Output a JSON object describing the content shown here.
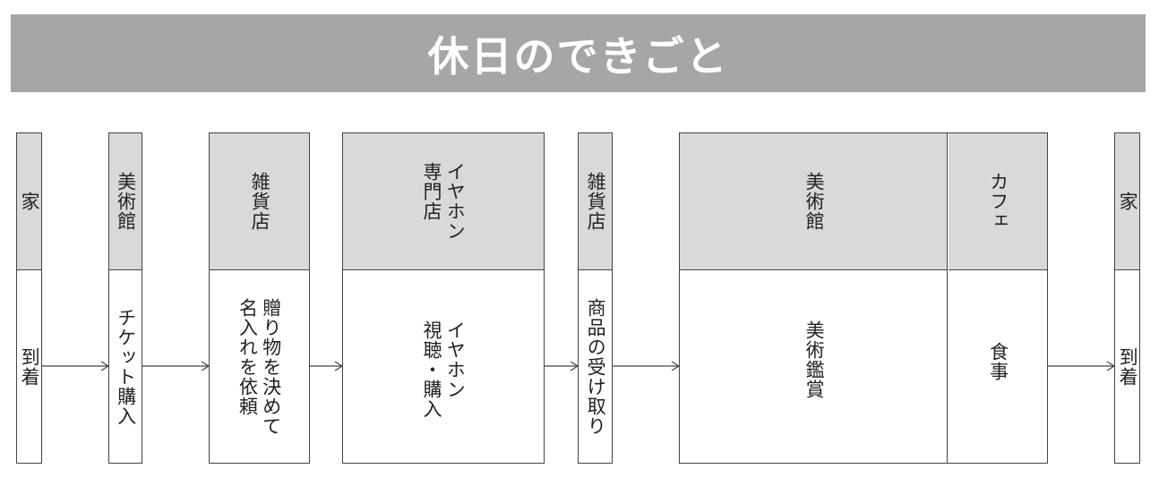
{
  "title": "休日のできごと",
  "nodes": [
    {
      "id": "home-start",
      "place": "家",
      "activity": "到着"
    },
    {
      "id": "museum-1",
      "place": "美術館",
      "activity": "チケット購入"
    },
    {
      "id": "goods-1",
      "place": "雑貨店",
      "activity": "贈り物を決めて\n名入れを依頼"
    },
    {
      "id": "earphone",
      "place": "イヤホン\n専門店",
      "activity": "イヤホン\n視聴・購入"
    },
    {
      "id": "goods-2",
      "place": "雑貨店",
      "activity": "商品の受け取り"
    },
    {
      "id": "museum-2",
      "place": "美術館",
      "activity": "美術鑑賞"
    },
    {
      "id": "cafe",
      "place": "カフェ",
      "activity": "食事"
    },
    {
      "id": "home-end",
      "place": "家",
      "activity": "到着"
    }
  ]
}
